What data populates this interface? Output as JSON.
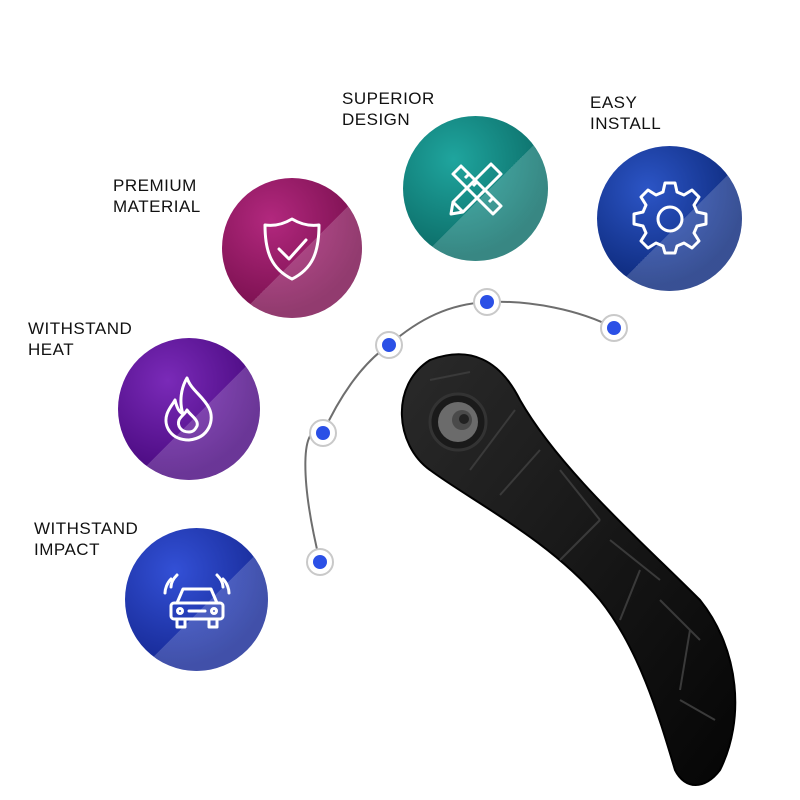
{
  "features": [
    {
      "id": "superior-design",
      "lines": [
        "SUPERIOR",
        "DESIGN"
      ],
      "icon": "pencil-ruler-icon",
      "color": "#0f7d78"
    },
    {
      "id": "easy-install",
      "lines": [
        "EASY",
        "INSTALL"
      ],
      "icon": "gear-icon",
      "color": "#12348c"
    },
    {
      "id": "premium-material",
      "lines": [
        "PREMIUM",
        "MATERIAL"
      ],
      "icon": "shield-check-icon",
      "color": "#8a155f"
    },
    {
      "id": "withstand-heat",
      "lines": [
        "WITHSTAND",
        "HEAT"
      ],
      "icon": "flame-icon",
      "color": "#5a1090"
    },
    {
      "id": "withstand-impact",
      "lines": [
        "WITHSTAND",
        "IMPACT"
      ],
      "icon": "car-icon",
      "color": "#1d2f9e"
    }
  ],
  "accent": "#2b50e6",
  "product": "black-handle-lever"
}
